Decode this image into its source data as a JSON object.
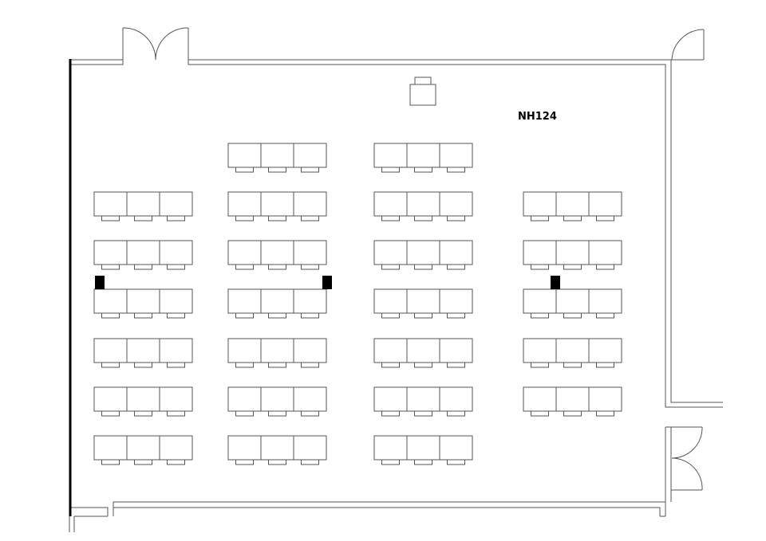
{
  "room_label": "NH124",
  "seating": {
    "desks_per_group": 3,
    "columns": [
      {
        "name": "left",
        "rows": [
          2,
          3,
          4,
          5,
          6,
          7
        ]
      },
      {
        "name": "center-left",
        "rows": [
          1,
          2,
          3,
          4,
          5,
          6,
          7
        ]
      },
      {
        "name": "center-right",
        "rows": [
          1,
          2,
          3,
          4,
          5,
          6,
          7
        ]
      },
      {
        "name": "right",
        "rows": [
          2,
          3,
          4,
          5,
          6
        ]
      }
    ]
  },
  "features": {
    "entrance_doors": 2,
    "corner_door": 1,
    "lectern": 1,
    "floor_boxes": 3
  }
}
